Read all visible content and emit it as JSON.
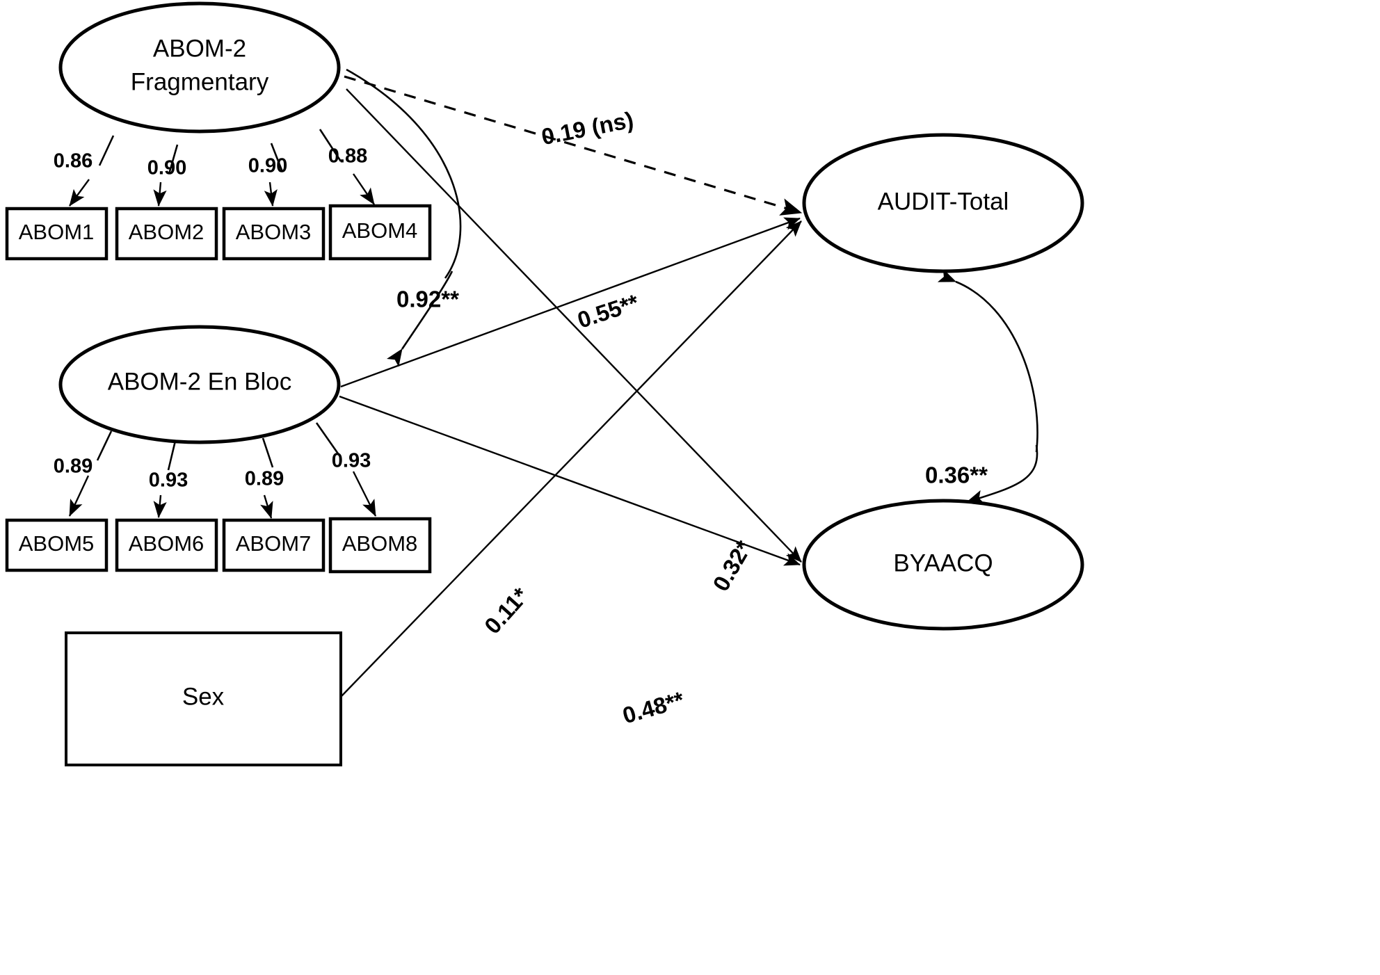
{
  "diagram": {
    "type": "sem-path-diagram",
    "title": "",
    "background_color": "#ffffff",
    "line_color": "#000000"
  },
  "latent_factors": [
    {
      "id": "abom2-fragmentary",
      "label_line1": "ABOM-2",
      "label_line2": "Fragmentary",
      "shape": "ellipse"
    },
    {
      "id": "abom2-en-bloc",
      "label_line1": "ABOM-2 En Bloc",
      "label_line2": "",
      "shape": "ellipse"
    },
    {
      "id": "audit-total",
      "label_line1": "AUDIT-Total",
      "label_line2": "",
      "shape": "ellipse"
    },
    {
      "id": "byaacq",
      "label_line1": "BYAACQ",
      "label_line2": "",
      "shape": "ellipse"
    }
  ],
  "observed_variables": [
    {
      "id": "sex",
      "label": "Sex",
      "shape": "rectangle"
    }
  ],
  "indicators_fragmentary": [
    {
      "id": "abom1",
      "label": "ABOM1",
      "loading": "0.86"
    },
    {
      "id": "abom2",
      "label": "ABOM2",
      "loading": "0.90"
    },
    {
      "id": "abom3",
      "label": "ABOM3",
      "loading": "0.90"
    },
    {
      "id": "abom4",
      "label": "ABOM4",
      "loading": "0.88"
    }
  ],
  "indicators_en_bloc": [
    {
      "id": "abom5",
      "label": "ABOM5",
      "loading": "0.89"
    },
    {
      "id": "abom6",
      "label": "ABOM6",
      "loading": "0.93"
    },
    {
      "id": "abom7",
      "label": "ABOM7",
      "loading": "0.89"
    },
    {
      "id": "abom8",
      "label": "ABOM8",
      "loading": "0.93"
    }
  ],
  "structural_paths": [
    {
      "id": "frag-to-audit",
      "from": "ABOM-2 Fragmentary",
      "to": "AUDIT-Total",
      "label": "0.19 (ns)",
      "style": "dashed",
      "significant": false
    },
    {
      "id": "enbloc-to-audit",
      "from": "ABOM-2 En Bloc",
      "to": "AUDIT-Total",
      "label": "0.55**",
      "style": "solid",
      "significant": true
    },
    {
      "id": "frag-to-byaacq",
      "from": "ABOM-2 Fragmentary",
      "to": "BYAACQ",
      "label": "0.32*",
      "style": "solid",
      "significant": true
    },
    {
      "id": "enbloc-to-byaacq",
      "from": "ABOM-2 En Bloc",
      "to": "BYAACQ",
      "label": "0.48**",
      "style": "solid",
      "significant": true
    },
    {
      "id": "sex-to-audit",
      "from": "Sex",
      "to": "AUDIT-Total",
      "label": "0.11*",
      "style": "solid",
      "significant": true
    }
  ],
  "correlations": [
    {
      "id": "frag-enbloc-correlation",
      "between": [
        "ABOM-2 Fragmentary",
        "ABOM-2 En Bloc"
      ],
      "label": "0.92**",
      "style": "curved-double-headed"
    },
    {
      "id": "audit-byaacq-correlation",
      "between": [
        "AUDIT-Total",
        "BYAACQ"
      ],
      "label": "0.36**",
      "style": "curved-double-headed"
    }
  ],
  "chart_data": {
    "type": "diagram",
    "title": "",
    "nodes": [
      "ABOM-2 Fragmentary",
      "ABOM-2 En Bloc",
      "AUDIT-Total",
      "BYAACQ",
      "Sex",
      "ABOM1",
      "ABOM2",
      "ABOM3",
      "ABOM4",
      "ABOM5",
      "ABOM6",
      "ABOM7",
      "ABOM8"
    ],
    "edges": [
      {
        "from": "ABOM-2 Fragmentary",
        "to": "ABOM1",
        "value": "0.86"
      },
      {
        "from": "ABOM-2 Fragmentary",
        "to": "ABOM2",
        "value": "0.90"
      },
      {
        "from": "ABOM-2 Fragmentary",
        "to": "ABOM3",
        "value": "0.90"
      },
      {
        "from": "ABOM-2 Fragmentary",
        "to": "ABOM4",
        "value": "0.88"
      },
      {
        "from": "ABOM-2 En Bloc",
        "to": "ABOM5",
        "value": "0.89"
      },
      {
        "from": "ABOM-2 En Bloc",
        "to": "ABOM6",
        "value": "0.93"
      },
      {
        "from": "ABOM-2 En Bloc",
        "to": "ABOM7",
        "value": "0.89"
      },
      {
        "from": "ABOM-2 En Bloc",
        "to": "ABOM8",
        "value": "0.93"
      },
      {
        "from": "ABOM-2 Fragmentary",
        "to": "AUDIT-Total",
        "value": "0.19 (ns)"
      },
      {
        "from": "ABOM-2 En Bloc",
        "to": "AUDIT-Total",
        "value": "0.55**"
      },
      {
        "from": "ABOM-2 Fragmentary",
        "to": "BYAACQ",
        "value": "0.32*"
      },
      {
        "from": "ABOM-2 En Bloc",
        "to": "BYAACQ",
        "value": "0.48**"
      },
      {
        "from": "Sex",
        "to": "AUDIT-Total",
        "value": "0.11*"
      },
      {
        "from": "ABOM-2 Fragmentary",
        "to": "ABOM-2 En Bloc",
        "value": "0.92**"
      },
      {
        "from": "AUDIT-Total",
        "to": "BYAACQ",
        "value": "0.36**"
      }
    ]
  }
}
